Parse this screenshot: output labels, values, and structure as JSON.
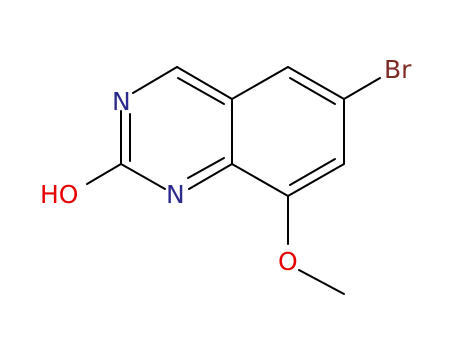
{
  "molecule": {
    "atoms": {
      "br": {
        "label": "Br",
        "color": "#7f2b26"
      },
      "n3": {
        "label": "N",
        "color": "#2c2a8c"
      },
      "n1": {
        "label": "N",
        "color": "#2c2a8c"
      },
      "oh": {
        "label": "HO",
        "color": "#e60000"
      },
      "o_methoxy": {
        "label": "O",
        "color": "#e60000"
      }
    },
    "bond_color": "#000000"
  }
}
